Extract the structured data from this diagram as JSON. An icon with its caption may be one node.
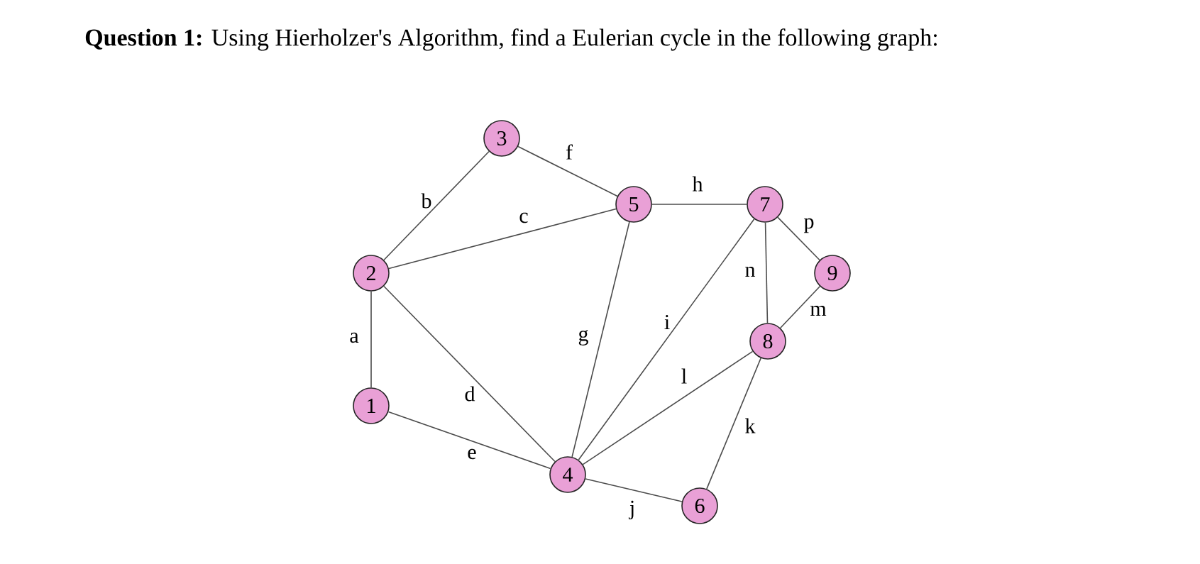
{
  "diagram": {
    "title": "**Question 1:** Using Hierholzer's Algorithm, find a Eulerian cycle in the following graph:",
    "nodes": [
      {
        "text": [
          "1"
        ]
      },
      {
        "text": [
          "2"
        ]
      },
      {
        "text": [
          "3"
        ]
      },
      {
        "text": [
          "4"
        ]
      },
      {
        "text": [
          "5"
        ]
      },
      {
        "text": [
          "6"
        ]
      },
      {
        "text": [
          "7"
        ]
      },
      {
        "text": [
          "8"
        ]
      },
      {
        "text": [
          "9"
        ]
      }
    ],
    "edges": [
      {
        "from": 1,
        "to": 0,
        "arrow": "none",
        "label": "a"
      },
      {
        "from": 1,
        "to": 2,
        "arrow": "none",
        "label": "b"
      },
      {
        "from": 1,
        "to": 4,
        "arrow": "none",
        "label": "c"
      },
      {
        "from": 1,
        "to": 3,
        "arrow": "none",
        "label": "d"
      },
      {
        "from": 0,
        "to": 3,
        "arrow": "none",
        "label": "e"
      },
      {
        "from": 2,
        "to": 4,
        "arrow": "none",
        "label": "f"
      },
      {
        "from": 4,
        "to": 3,
        "arrow": "none",
        "label": "g"
      },
      {
        "from": 4,
        "to": 6,
        "arrow": "none",
        "label": "h"
      },
      {
        "from": 6,
        "to": 3,
        "arrow": "none",
        "label": "i"
      },
      {
        "from": 3,
        "to": 5,
        "arrow": "none",
        "label": "j"
      },
      {
        "from": 7,
        "to": 5,
        "arrow": "none",
        "label": "k"
      },
      {
        "from": 7,
        "to": 3,
        "arrow": "none",
        "label": "l"
      },
      {
        "from": 7,
        "to": 8,
        "arrow": "none",
        "label": "m"
      },
      {
        "from": 6,
        "to": 7,
        "arrow": "none",
        "label": "n"
      },
      {
        "from": 6,
        "to": 8,
        "arrow": "none",
        "label": "p"
      }
    ]
  }
}
